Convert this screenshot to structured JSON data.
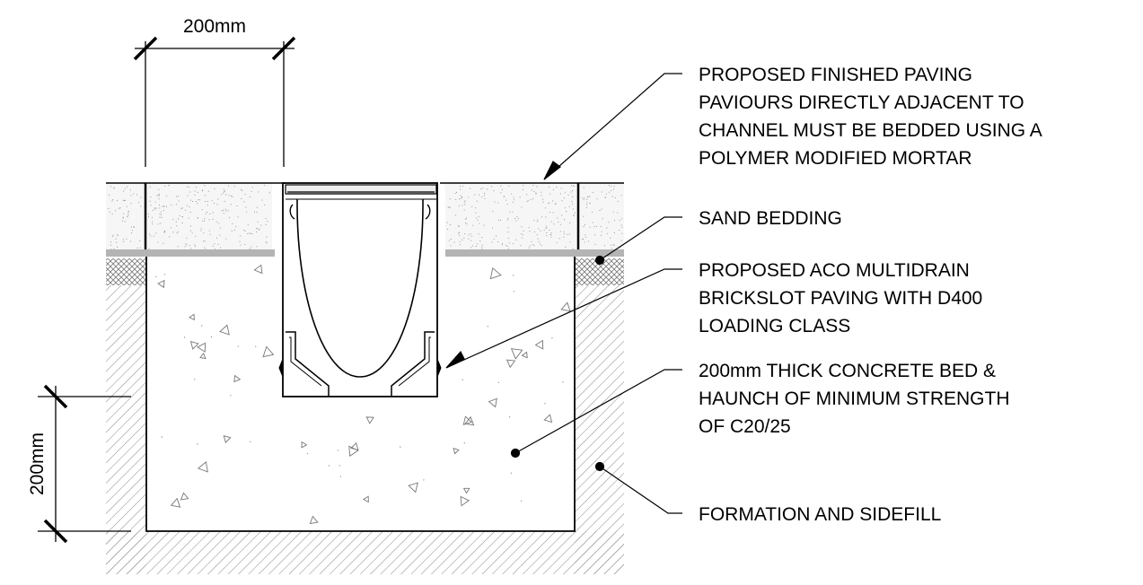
{
  "dimensions": {
    "top_width": "200mm",
    "bed_depth": "200mm"
  },
  "labels": {
    "finished_paving": [
      "PROPOSED FINISHED PAVING",
      "PAVIOURS DIRECTLY ADJACENT TO",
      "CHANNEL MUST BE BEDDED USING A",
      "POLYMER MODIFIED MORTAR"
    ],
    "sand_bedding": [
      "SAND BEDDING"
    ],
    "aco_channel": [
      "PROPOSED ACO MULTIDRAIN",
      "BRICKSLOT PAVING WITH D400",
      "LOADING CLASS"
    ],
    "concrete_bed": [
      "200mm THICK CONCRETE BED &",
      "HAUNCH OF MINIMUM STRENGTH",
      "OF C20/25"
    ],
    "formation": [
      "FORMATION AND SIDEFILL"
    ]
  }
}
